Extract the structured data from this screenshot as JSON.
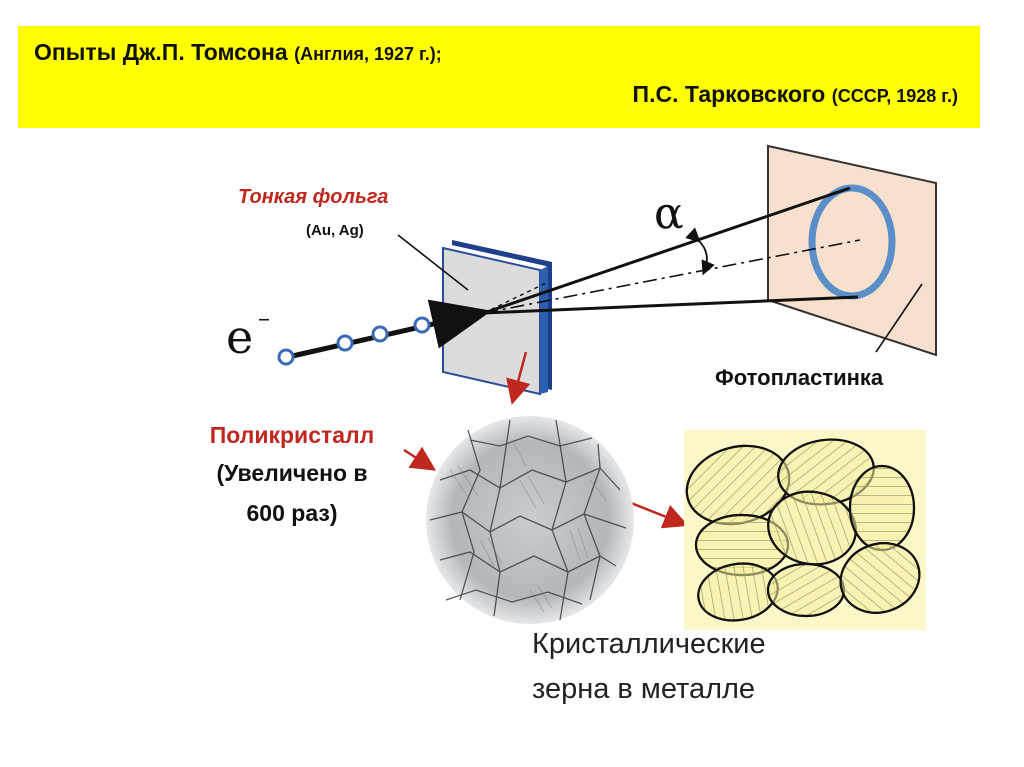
{
  "header": {
    "line1_main": "Опыты Дж.П. Томсона",
    "line1_detail": "(Англия, 1927 г.);",
    "line2_main": "П.С. Тарковского",
    "line2_detail": "(СССР, 1928 г.)",
    "background": "#ffff00"
  },
  "foil": {
    "title": "Тонкая фольга",
    "material": "(Au, Ag)"
  },
  "electron": {
    "symbol": "e",
    "superscript": "–"
  },
  "angle": {
    "symbol": "α"
  },
  "photoplate": {
    "label": "Фотопластинка",
    "ring_color": "#5b8fc9",
    "plate_color": "#f8e0cf"
  },
  "polycrystal": {
    "title": "Поликристалл",
    "magnification_1": "(Увеличено в",
    "magnification_2": "600 раз)"
  },
  "grains": {
    "caption_1": "Кристаллические",
    "caption_2": "зерна в металле",
    "fill": "#f6f0a0"
  },
  "colors": {
    "accent_red": "#c0281f"
  }
}
